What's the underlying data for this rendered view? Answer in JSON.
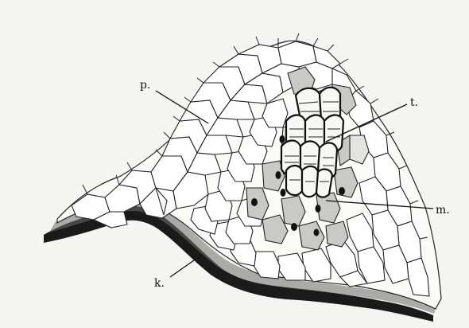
{
  "labels": {
    "p": "p.",
    "t": "t.",
    "m": "m.",
    "k": "k."
  },
  "colors": {
    "background": "#f4f4f2",
    "cuticle": "#1a1a1a",
    "shaded_cells": "#c9c9c6"
  }
}
